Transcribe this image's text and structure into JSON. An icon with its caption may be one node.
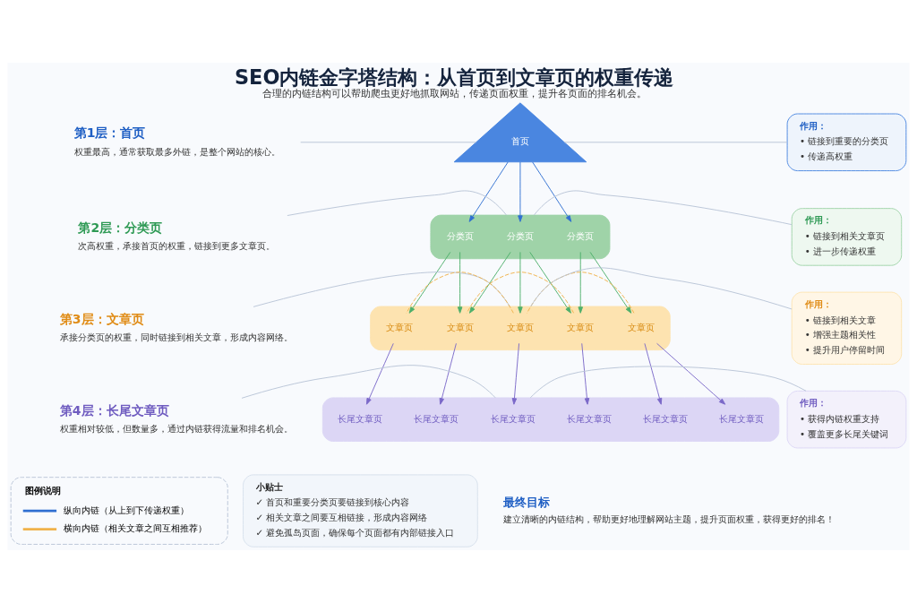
{
  "diagram": {
    "title": "SEO内链金字塔结构：从首页到文章页的权重传递",
    "caption": "合理的内链结构可以帮助爬虫更好地抓取网站，传递页面权重，提升各页面的排名机会。",
    "nodes": [
      {
        "text": [
          "第1层：首页",
          "权重最高，通常获取最多外链，是整个网站的核心。"
        ]
      },
      {
        "text": [
          "首页"
        ]
      },
      {
        "text": [
          "作用：",
          "• 链接到重要的分类页",
          "• 传递高权重"
        ]
      },
      {
        "text": [
          "第2层：分类页",
          "次高权重，承接首页的权重，链接到更多文章页。"
        ]
      },
      {
        "text": [],
        "shape": "band"
      },
      {
        "text": [
          "分类页"
        ],
        "in": 4
      },
      {
        "text": [
          "分类页"
        ],
        "in": 4
      },
      {
        "text": [
          "分类页"
        ],
        "in": 4
      },
      {
        "text": [
          "作用：",
          "• 链接到相关文章页",
          "• 进一步传递权重"
        ]
      },
      {
        "text": [
          "第3层：文章页",
          "承接分类页的权重，同时链接到相关文章，形成内容网络。"
        ]
      },
      {
        "text": [],
        "shape": "band"
      },
      {
        "text": [
          "文章页"
        ],
        "in": 10
      },
      {
        "text": [
          "文章页"
        ],
        "in": 10
      },
      {
        "text": [
          "文章页"
        ],
        "in": 10
      },
      {
        "text": [
          "文章页"
        ],
        "in": 10
      },
      {
        "text": [
          "文章页"
        ],
        "in": 10
      },
      {
        "text": [
          "作用：",
          "• 链接到相关文章",
          "• 增强主题相关性",
          "• 提升用户停留时间"
        ]
      },
      {
        "text": [
          "第4层：长尾文章页",
          "权重相对较低，但数量多，通过内链获得流量和排名机会。"
        ]
      },
      {
        "text": [],
        "shape": "band"
      },
      {
        "text": [
          "长尾文章页"
        ],
        "in": 18
      },
      {
        "text": [
          "长尾文章页"
        ],
        "in": 18
      },
      {
        "text": [
          "长尾文章页"
        ],
        "in": 18
      },
      {
        "text": [
          "长尾文章页"
        ],
        "in": 18
      },
      {
        "text": [
          "长尾文章页"
        ],
        "in": 18
      },
      {
        "text": [
          "长尾文章页"
        ],
        "in": 18
      },
      {
        "text": [
          "作用：",
          "• 获得内链权重支持",
          "• 覆盖更多长尾关键词"
        ]
      },
      {
        "text": [
          "小贴士",
          "✓ 首页和重要分类页要链接到核心内容",
          "✓ 相关文章之间要互相链接，形成内容网络",
          "✓ 避免孤岛页面，确保每个页面都有内部链接入口"
        ]
      }
    ],
    "edges": [
      {
        "from": 0,
        "to": 1,
        "arrow": "none"
      },
      {
        "from": 1,
        "to": 2,
        "arrow": "none"
      },
      {
        "from": 1,
        "to": 5,
        "arrow": "to",
        "color": "#2f6fd1"
      },
      {
        "from": 1,
        "to": 6,
        "arrow": "to",
        "color": "#2f6fd1"
      },
      {
        "from": 1,
        "to": 7,
        "arrow": "to",
        "color": "#2f6fd1"
      },
      {
        "from": 3,
        "to": 4,
        "arrow": "none"
      },
      {
        "from": 4,
        "to": 8,
        "arrow": "none"
      },
      {
        "from": 5,
        "to": 11,
        "arrow": "to",
        "color": "#4caf6a"
      },
      {
        "from": 5,
        "to": 12,
        "arrow": "to",
        "color": "#4caf6a"
      },
      {
        "from": 6,
        "to": 12,
        "arrow": "to",
        "color": "#4caf6a"
      },
      {
        "from": 6,
        "to": 13,
        "arrow": "to",
        "color": "#4caf6a"
      },
      {
        "from": 6,
        "to": 14,
        "arrow": "to",
        "color": "#4caf6a"
      },
      {
        "from": 7,
        "to": 14,
        "arrow": "to",
        "color": "#4caf6a"
      },
      {
        "from": 7,
        "to": 15,
        "arrow": "to",
        "color": "#4caf6a"
      },
      {
        "from": 9,
        "to": 10,
        "arrow": "none"
      },
      {
        "from": 10,
        "to": 16,
        "arrow": "none"
      },
      {
        "from": 11,
        "to": 13,
        "arrow": "none",
        "style": "dashed",
        "color": "#f0b24a"
      },
      {
        "from": 12,
        "to": 14,
        "arrow": "none",
        "style": "dashed",
        "color": "#f0b24a"
      },
      {
        "from": 13,
        "to": 15,
        "arrow": "none",
        "style": "dashed",
        "color": "#f0b24a"
      },
      {
        "from": 11,
        "to": 19,
        "arrow": "to",
        "color": "#7a68c8"
      },
      {
        "from": 11,
        "to": 20,
        "arrow": "to",
        "color": "#7a68c8"
      },
      {
        "from": 12,
        "to": 21,
        "arrow": "to",
        "color": "#7a68c8"
      },
      {
        "from": 13,
        "to": 22,
        "arrow": "to",
        "color": "#7a68c8"
      },
      {
        "from": 14,
        "to": 23,
        "arrow": "to",
        "color": "#7a68c8"
      },
      {
        "from": 15,
        "to": 24,
        "arrow": "to",
        "color": "#7a68c8"
      },
      {
        "from": 17,
        "to": 18,
        "arrow": "none"
      },
      {
        "from": 18,
        "to": 25,
        "arrow": "none"
      }
    ],
    "labels": [
      "图例说明",
      "最终目标",
      "建立清晰的内链结构，帮助更好地理解网站主题，提升页面权重，获得更好的排名！"
    ],
    "legend": [
      {
        "text": "纵向内链（从上到下传递权重）"
      },
      {
        "text": "横向内链（相关文章之间互相推荐）"
      }
    ]
  }
}
